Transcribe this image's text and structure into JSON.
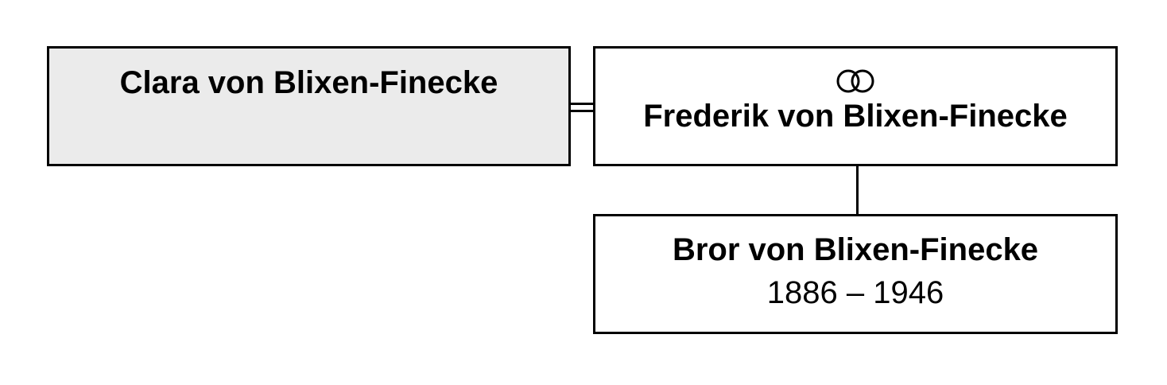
{
  "persons": {
    "clara": {
      "name": "Clara von Blixen-Finecke"
    },
    "frederik": {
      "name": "Frederik von Blixen-Finecke"
    },
    "bror": {
      "name": "Bror von Blixen-Finecke",
      "dates": "1886 – 1946"
    }
  },
  "icons": {
    "marriage": "marriage-rings-icon"
  },
  "colors": {
    "highlight_box": "#ebebeb",
    "box_border": "#000000",
    "background": "#ffffff"
  }
}
